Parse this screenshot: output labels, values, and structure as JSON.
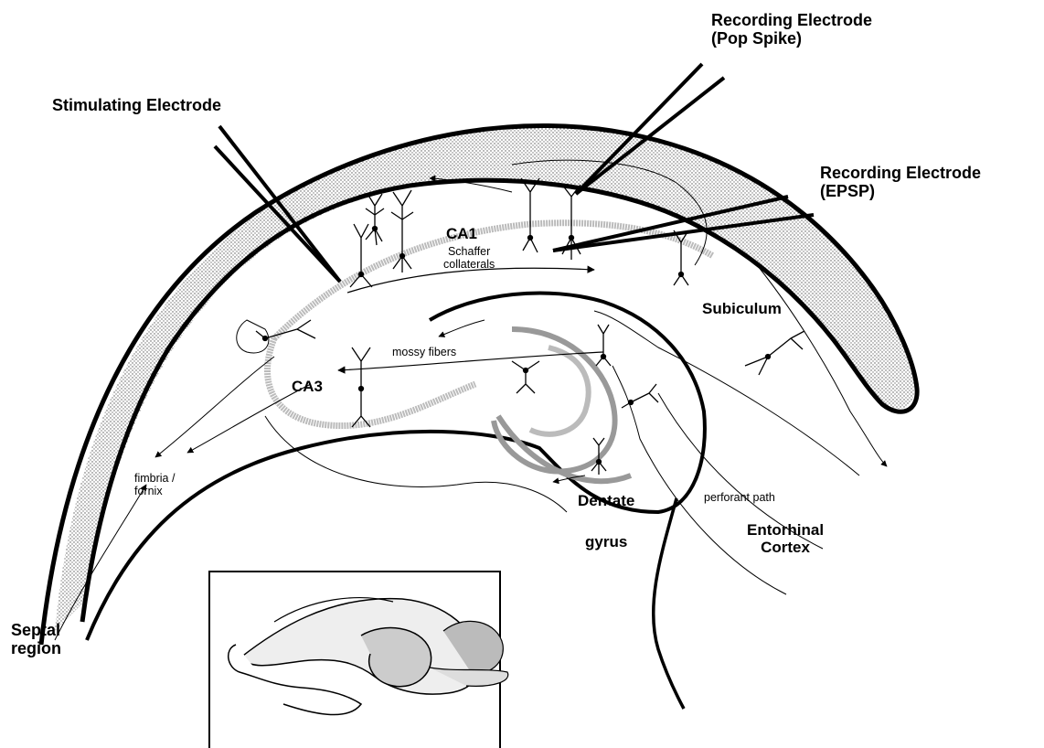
{
  "labels": {
    "stimulating_electrode": "Stimulating Electrode",
    "recording_pop_spike_line1": "Recording Electrode",
    "recording_pop_spike_line2": "(Pop Spike)",
    "recording_epsp_line1": "Recording Electrode",
    "recording_epsp_line2": "(EPSP)",
    "ca1": "CA1",
    "ca3": "CA3",
    "schaffer_line1": "Schaffer",
    "schaffer_line2": "collaterals",
    "subiculum": "Subiculum",
    "mossy_fibers": "mossy fibers",
    "fimbria_line1": "fimbria /",
    "fimbria_line2": "fornix",
    "dentate": "Dentate",
    "gyrus": "gyrus",
    "perforant_path": "perforant path",
    "entorhinal_line1": "Entorhinal",
    "entorhinal_line2": "Cortex",
    "septal_line1": "Septal",
    "septal_line2": "region"
  }
}
